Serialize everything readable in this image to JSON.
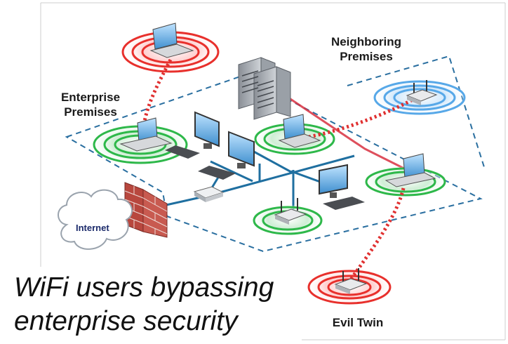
{
  "labels": {
    "neighboring": [
      "Neighboring",
      "Premises"
    ],
    "enterprise": [
      "Enterprise",
      "Premises"
    ],
    "internet": "Internet",
    "evil_twin": "Evil Twin"
  },
  "caption": [
    "WiFi users bypassing",
    "enterprise security"
  ],
  "colors": {
    "wired": "#1f6fa0",
    "dashed": "#2a6fa0",
    "rogue": "#e03030",
    "green_wave": "#2eb84a",
    "red_wave": "#e8302c",
    "blue_wave": "#57a8e8"
  }
}
